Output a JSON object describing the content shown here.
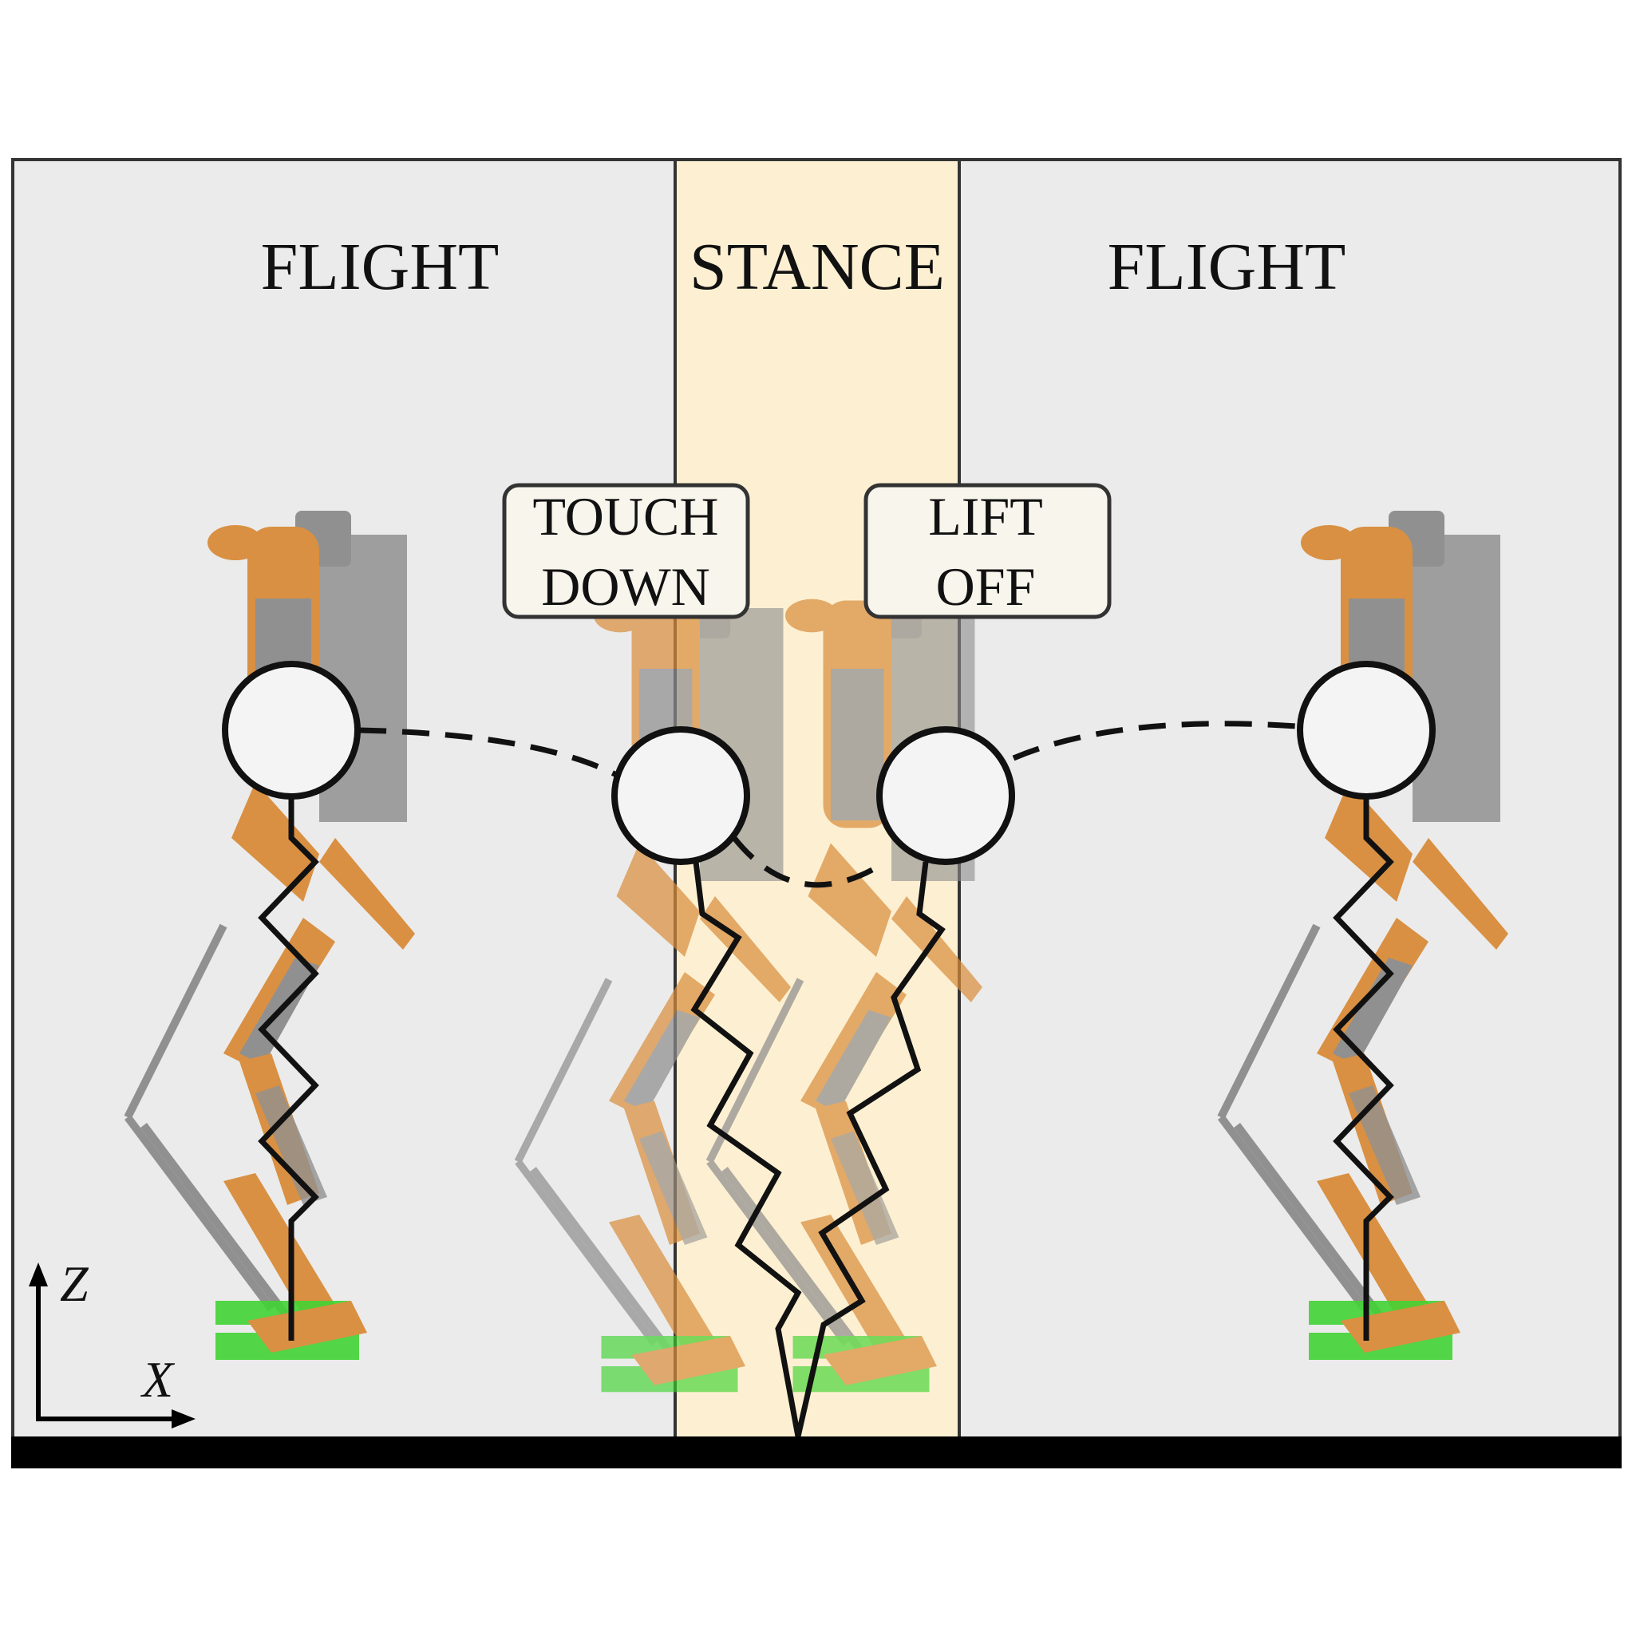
{
  "phases": {
    "left": "FLIGHT",
    "middle": "STANCE",
    "right": "FLIGHT"
  },
  "events": {
    "touch_down": [
      "TOUCH",
      "DOWN"
    ],
    "lift_off": [
      "LIFT",
      "OFF"
    ]
  },
  "axes": {
    "vertical": "Z",
    "horizontal": "X"
  },
  "colors": {
    "flight_background": "#ebebeb",
    "stance_background": "#fdf0d2",
    "robot_orange": "#d98c3a",
    "robot_gray": "#8c8c8c",
    "foot_green": "#39d12a"
  }
}
